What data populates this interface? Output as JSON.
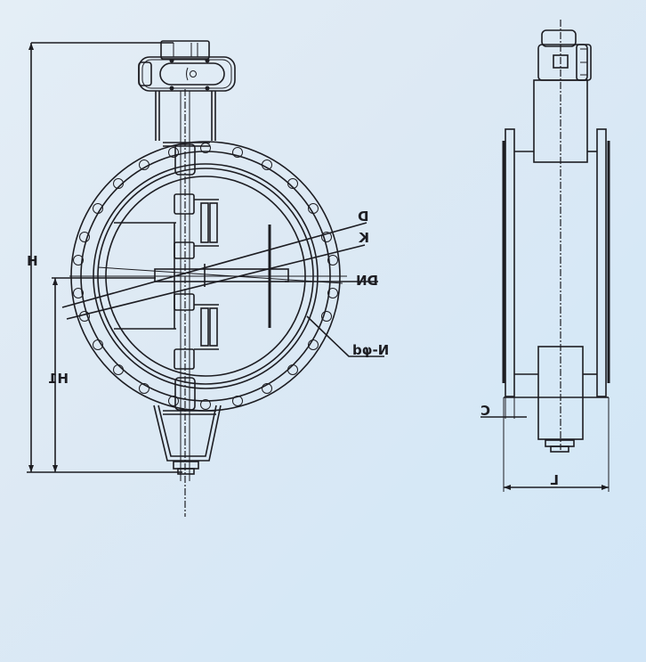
{
  "drawing": {
    "subject": "Electric flanged butterfly valve — front and side views (mirrored)",
    "background_color": "#dce9f5",
    "line_color": "#1d1d22"
  },
  "front_view": {
    "labels": {
      "D": "D",
      "K": "K",
      "DN": "DN",
      "bolt_holes": "N-φd",
      "H": "H",
      "H1": "H1"
    }
  },
  "side_view": {
    "labels": {
      "C": "C",
      "L": "L"
    }
  }
}
